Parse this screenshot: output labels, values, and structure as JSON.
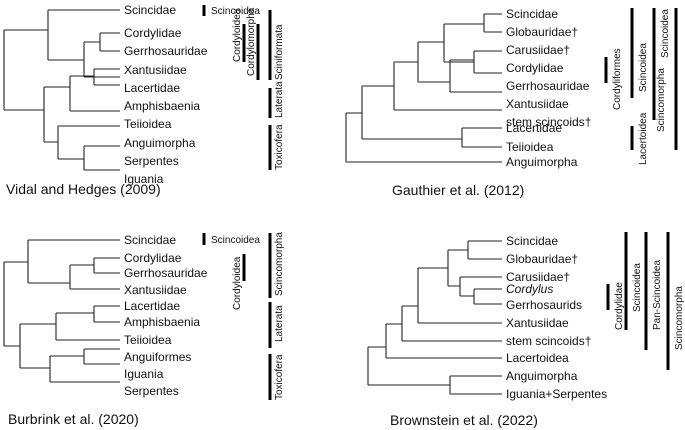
{
  "panels": [
    {
      "caption": "Vidal and Hedges (2009)",
      "taxa": [
        "Scincidae",
        "Cordylidae",
        "Gerrhosauridae",
        "Xantusiidae",
        "Lacertidae",
        "Amphisbaenia",
        "Teiioidea",
        "Anguimorpha",
        "Serpentes",
        "Iguania"
      ],
      "groups": [
        "Scincoidea",
        "Cordyloidea",
        "Cordylomorpha",
        "Sciniformata",
        "Laterata",
        "Toxicofera"
      ]
    },
    {
      "caption": "Gauthier et al. (2012)",
      "taxa": [
        "Scincidae",
        "Globauridae†",
        "Carusiidae†",
        "Cordylidae",
        "Gerrhosauridae",
        "Xantusiidae",
        "stem scincoids†",
        "Lacertidae",
        "Teiioidea",
        "Anguimorpha"
      ],
      "groups": [
        "Cordyliformes",
        "Scincoidea",
        "Scincoidea",
        "Scincomorpha",
        "Lacertoidea"
      ]
    },
    {
      "caption": "Burbrink et al. (2020)",
      "taxa": [
        "Scincidae",
        "Cordylidae",
        "Gerrhosauridae",
        "Xantusiidae",
        "Lacertidae",
        "Amphisbaenia",
        "Teiioidea",
        "Anguiformes",
        "Iguania",
        "Serpentes"
      ],
      "groups": [
        "Scincoidea",
        "Cordyloidea",
        "Scincomorpha",
        "Laterata",
        "Toxicofera"
      ]
    },
    {
      "caption": "Brownstein et al. (2022)",
      "taxa": [
        "Scincidae",
        "Globauridae†",
        "Carusiidae†",
        "Cordylus",
        "Gerrhosaurids",
        "Xantusiidae",
        "stem scincoids†",
        "Lacertoidea",
        "Anguimorpha",
        "Iguania+Serpentes"
      ],
      "groups": [
        "Cordylidae",
        "Scincoidea",
        "Pan-Scincoidea",
        "Scincomorpha"
      ]
    }
  ]
}
